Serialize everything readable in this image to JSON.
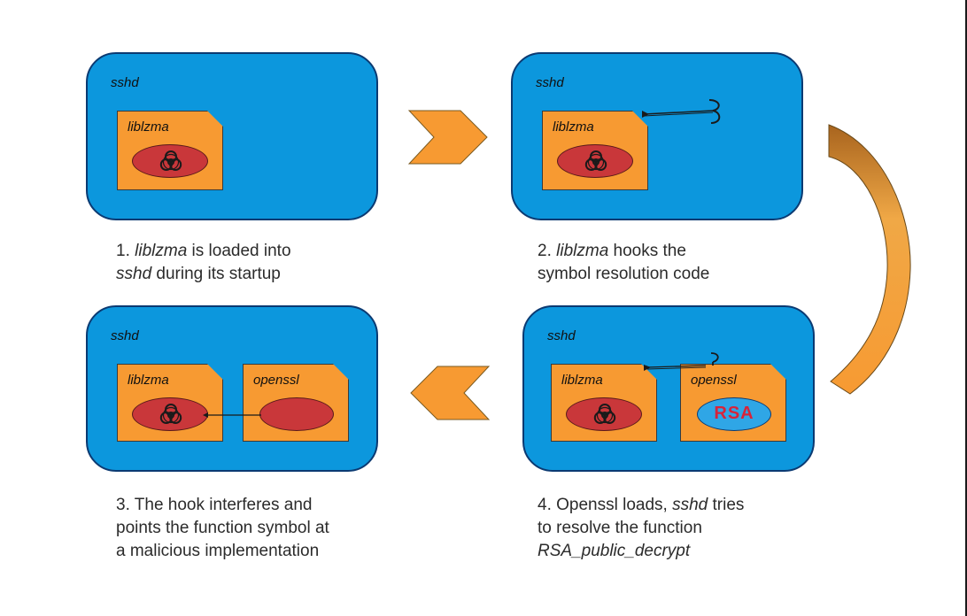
{
  "colors": {
    "panel": "#0c97dd",
    "panel_border": "#0b3a72",
    "library": "#f79a32",
    "malicious_oval": "#c9373a",
    "rsa_oval": "#2fa6e6",
    "arrow": "#f79a32",
    "curved_arrow": "#e09a3c"
  },
  "steps": [
    {
      "container": "sshd",
      "libraries": [
        "liblzma"
      ],
      "caption": {
        "num": "1.",
        "part1_italic": "liblzma",
        "part1_rest": " is loaded into",
        "part2_italic": "sshd",
        "part2_rest": " during its startup"
      }
    },
    {
      "container": "sshd",
      "libraries": [
        "liblzma"
      ],
      "caption": {
        "num": "2.",
        "part1_italic": "liblzma",
        "part1_rest": " hooks the",
        "line2": "symbol resolution code"
      }
    },
    {
      "container": "sshd",
      "libraries": [
        "liblzma",
        "openssl"
      ],
      "caption": {
        "line1": "3. The hook interferes and",
        "line2": "points the function symbol at",
        "line3": "a malicious implementation"
      }
    },
    {
      "container": "sshd",
      "libraries": [
        "liblzma",
        "openssl"
      ],
      "rsa_label": "RSA",
      "caption": {
        "line1_pre": "4. Openssl loads, ",
        "line1_italic": "sshd",
        "line1_post": " tries",
        "line2": "to resolve the function",
        "line3_italic": "RSA_public_decrypt"
      }
    }
  ],
  "icons": {
    "biohazard": "biohazard-icon",
    "hook": "hook-icon",
    "arrow_right": "chevron-arrow-right",
    "arrow_left": "chevron-arrow-left",
    "curved_arrow": "curved-down-arrow"
  }
}
